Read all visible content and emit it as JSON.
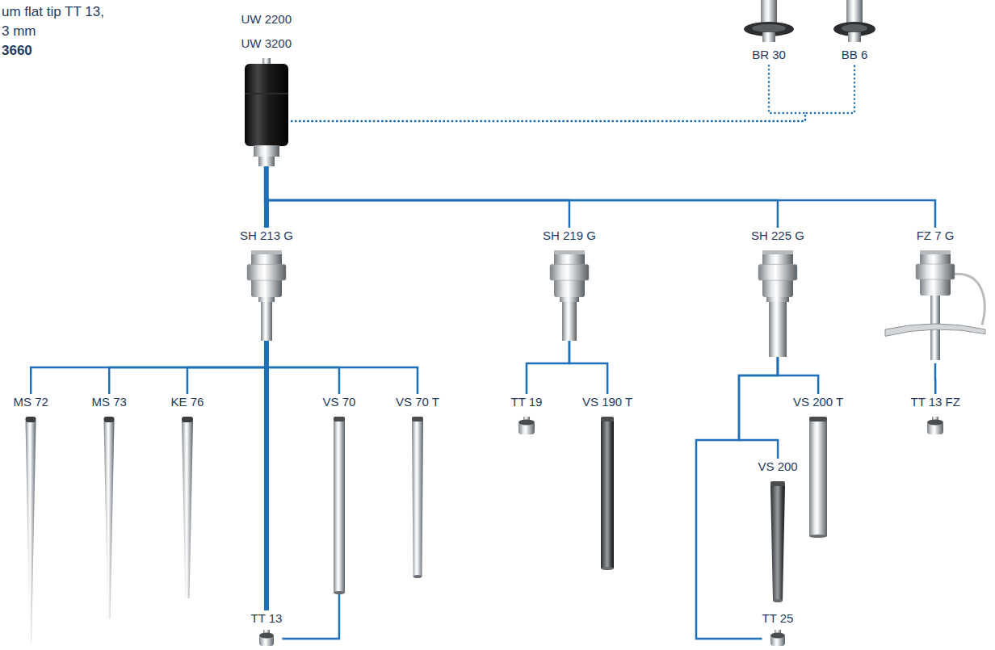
{
  "diagram": {
    "nodes": [
      {
        "text": [
          "UW 2200",
          "UW 3200"
        ]
      },
      {
        "text": [
          "BR 30"
        ]
      },
      {
        "text": [
          "BB 6"
        ]
      },
      {
        "text": [
          "SH 213 G"
        ]
      },
      {
        "text": [
          "SH 219 G"
        ]
      },
      {
        "text": [
          "SH 225 G"
        ]
      },
      {
        "text": [
          "FZ 7 G"
        ]
      },
      {
        "text": [
          "MS 72"
        ]
      },
      {
        "text": [
          "MS 73"
        ]
      },
      {
        "text": [
          "KE 76"
        ]
      },
      {
        "text": [
          "VS 70"
        ]
      },
      {
        "text": [
          "VS 70 T"
        ]
      },
      {
        "text": [
          "TT 19"
        ]
      },
      {
        "text": [
          "VS 190 T"
        ]
      },
      {
        "text": [
          "VS 200 T"
        ]
      },
      {
        "text": [
          "VS 200"
        ]
      },
      {
        "text": [
          "TT 13"
        ]
      },
      {
        "text": [
          "TT 25"
        ]
      },
      {
        "text": [
          "TT 13 FZ"
        ]
      }
    ],
    "edges": [
      {
        "from": 0,
        "to": 3,
        "arrow": "none"
      },
      {
        "from": 0,
        "to": 4,
        "arrow": "none"
      },
      {
        "from": 0,
        "to": 5,
        "arrow": "none"
      },
      {
        "from": 0,
        "to": 6,
        "arrow": "none"
      },
      {
        "from": 0,
        "to": 1,
        "arrow": "none"
      },
      {
        "from": 0,
        "to": 2,
        "arrow": "none"
      },
      {
        "from": 3,
        "to": 7,
        "arrow": "none"
      },
      {
        "from": 3,
        "to": 8,
        "arrow": "none"
      },
      {
        "from": 3,
        "to": 9,
        "arrow": "none"
      },
      {
        "from": 3,
        "to": 16,
        "arrow": "none"
      },
      {
        "from": 3,
        "to": 10,
        "arrow": "none"
      },
      {
        "from": 3,
        "to": 11,
        "arrow": "none"
      },
      {
        "from": 10,
        "to": 16,
        "arrow": "none"
      },
      {
        "from": 4,
        "to": 12,
        "arrow": "none"
      },
      {
        "from": 4,
        "to": 13,
        "arrow": "none"
      },
      {
        "from": 5,
        "to": 14,
        "arrow": "none"
      },
      {
        "from": 5,
        "to": 15,
        "arrow": "none"
      },
      {
        "from": 5,
        "to": 17,
        "arrow": "none"
      },
      {
        "from": 6,
        "to": 18,
        "arrow": "none"
      }
    ],
    "labels": [
      "um flat tip TT 13,",
      "3 mm",
      "3660"
    ]
  }
}
